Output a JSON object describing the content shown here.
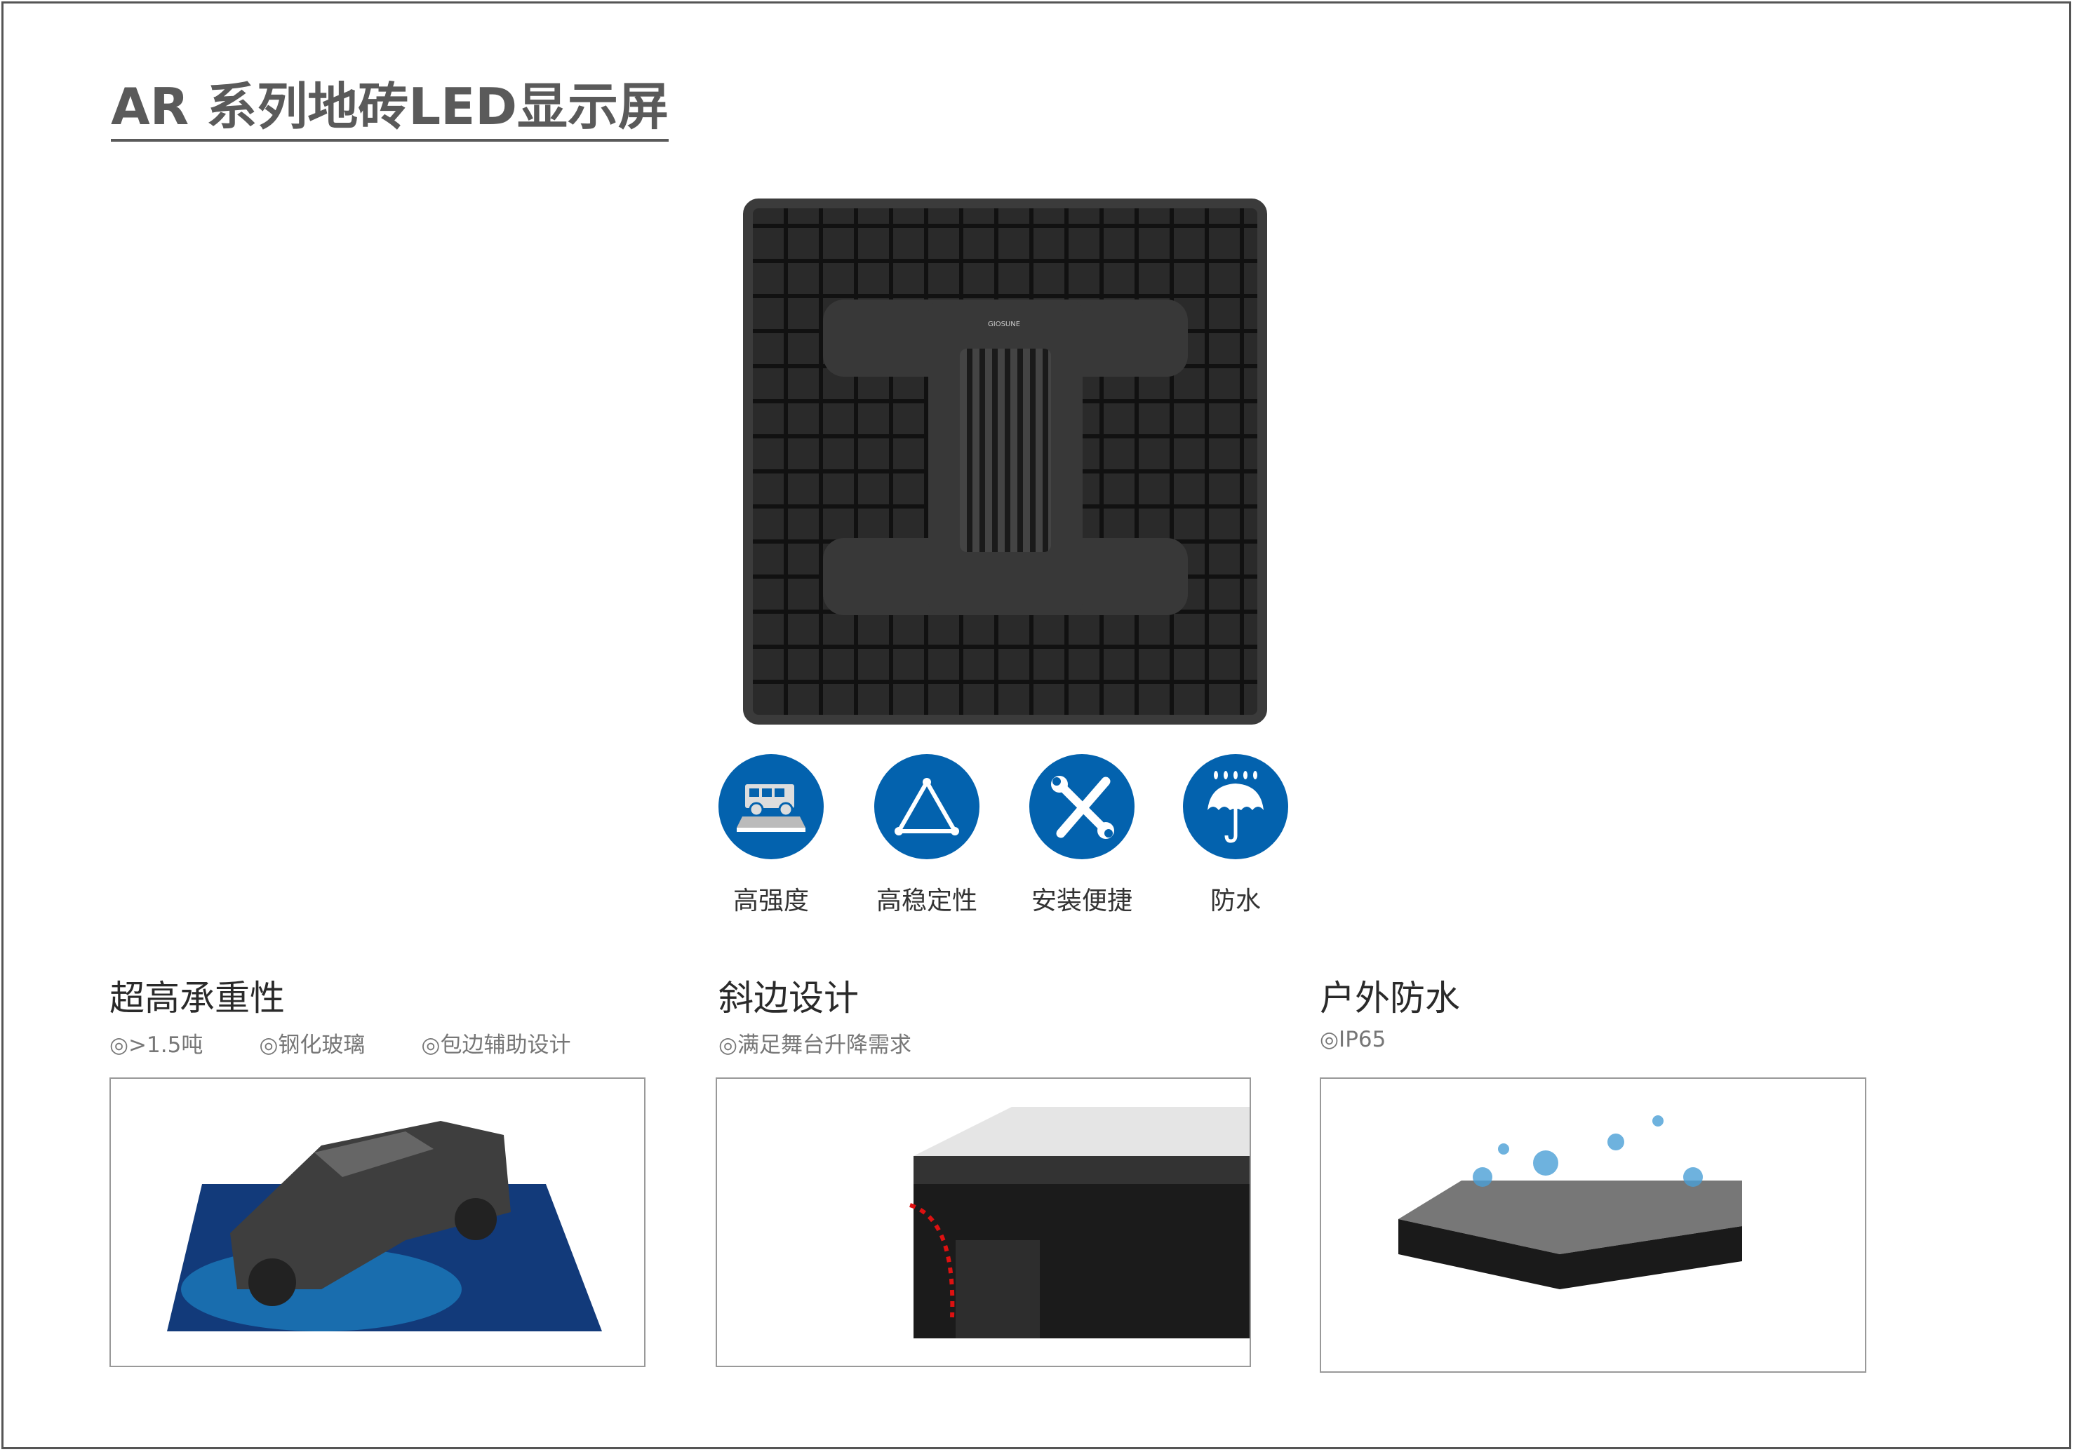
{
  "title": "AR 系列地砖LED显示屏",
  "product": {
    "logo_text": "GIOSUNE"
  },
  "features": [
    {
      "icon": "car-on-platform-icon",
      "label": "高强度"
    },
    {
      "icon": "triangle-icon",
      "label": "高稳定性"
    },
    {
      "icon": "wrench-screwdriver-icon",
      "label": "安装便捷"
    },
    {
      "icon": "umbrella-rain-icon",
      "label": "防水"
    }
  ],
  "sections": [
    {
      "heading": "超高承重性",
      "items": [
        "◎>1.5吨",
        "◎钢化玻璃",
        "◎包边辅助设计"
      ]
    },
    {
      "heading": "斜边设计",
      "items": [
        "◎满足舞台升降需求"
      ]
    },
    {
      "heading": "户外防水",
      "items": [
        "◎IP65"
      ]
    }
  ],
  "colors": {
    "accent": "#0362ae",
    "text": "#2a2a2a",
    "muted": "#777777"
  }
}
